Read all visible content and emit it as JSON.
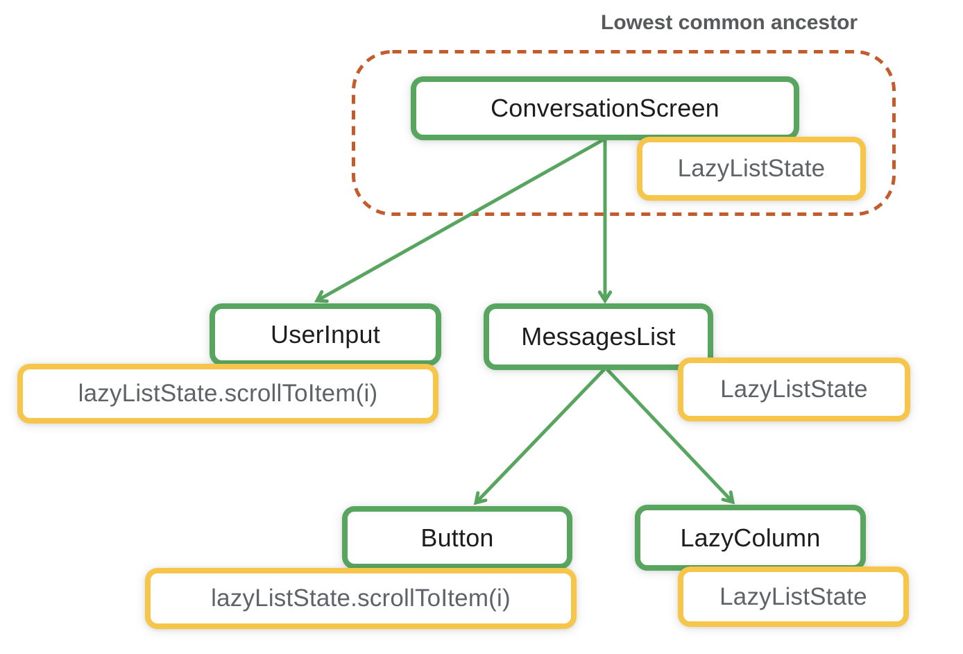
{
  "annotation": {
    "title": "Lowest common ancestor"
  },
  "nodes": {
    "conversation_screen": {
      "label": "ConversationScreen"
    },
    "user_input": {
      "label": "UserInput"
    },
    "messages_list": {
      "label": "MessagesList"
    },
    "button": {
      "label": "Button"
    },
    "lazy_column": {
      "label": "LazyColumn"
    }
  },
  "states": {
    "root_state": {
      "label": "LazyListState"
    },
    "user_input_call": {
      "label": "lazyListState.scrollToItem(i)"
    },
    "messages_list_state": {
      "label": "LazyListState"
    },
    "button_call": {
      "label": "lazyListState.scrollToItem(i)"
    },
    "lazy_column_state": {
      "label": "LazyListState"
    }
  },
  "colors": {
    "green": "#57a55f",
    "yellow": "#f6c64b",
    "rust": "#c45b2c",
    "gray": "#5f6368",
    "black": "#1d1d1f"
  }
}
